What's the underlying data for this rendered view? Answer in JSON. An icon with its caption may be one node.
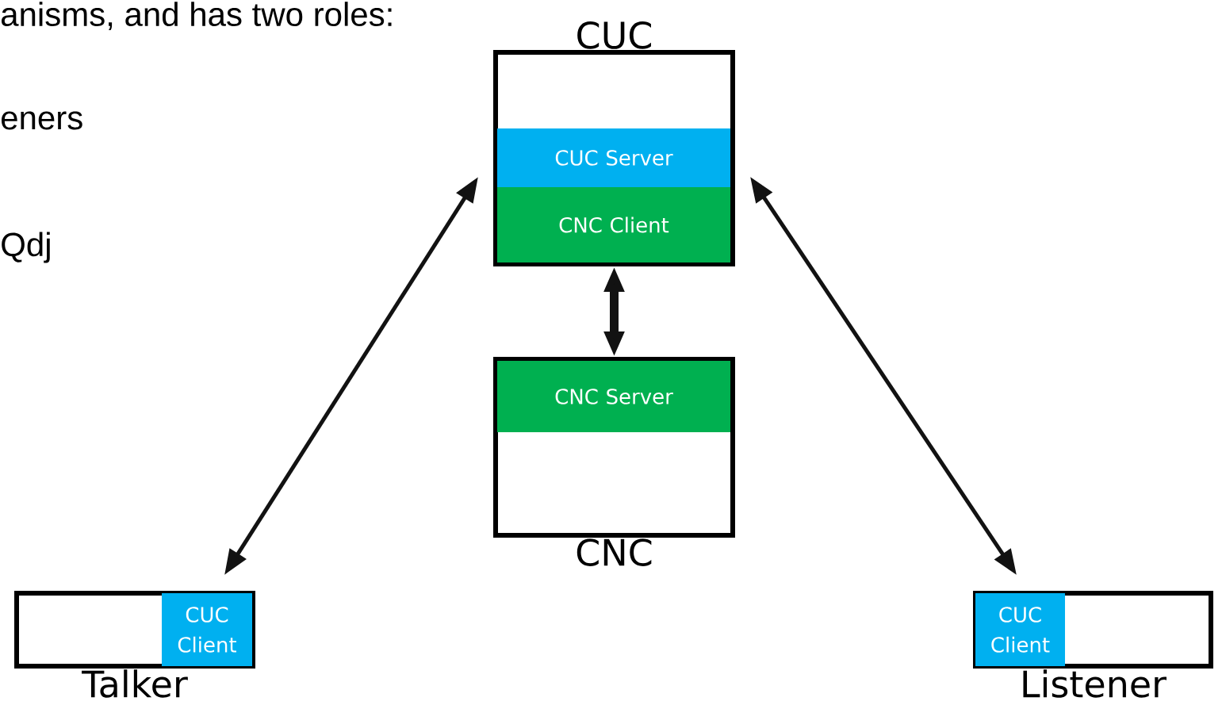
{
  "diagram": {
    "nodes": [
      {
        "text": [
          "CUC"
        ]
      },
      {
        "text": [
          "CUC Server"
        ],
        "in": 0
      },
      {
        "text": [
          "CNC Client"
        ],
        "in": 0
      },
      {
        "text": [
          "CNC"
        ]
      },
      {
        "text": [
          "CNC Server"
        ],
        "in": 3
      },
      {
        "text": [
          "Talker"
        ]
      },
      {
        "text": [
          "CUC Client"
        ],
        "in": 5
      },
      {
        "text": [
          "Listener"
        ]
      },
      {
        "text": [
          "CUC Client"
        ],
        "in": 7
      }
    ],
    "edges": [
      {
        "from": 0,
        "to": 3,
        "arrow": "both",
        "style": "thick"
      },
      {
        "from": 5,
        "to": 0,
        "arrow": "both"
      },
      {
        "from": 0,
        "to": 7,
        "arrow": "both"
      }
    ],
    "labels": [
      "anisms, and has two roles:",
      "eners",
      "Qdj"
    ]
  }
}
